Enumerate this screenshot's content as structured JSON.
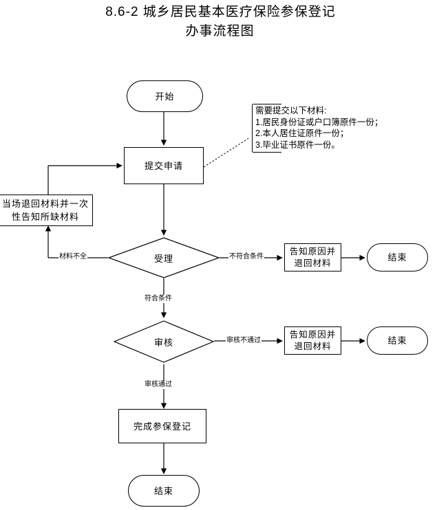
{
  "title": {
    "line1": "8.6-2 城乡居民基本医疗保险参保登记",
    "line2": "办事流程图"
  },
  "nodes": {
    "start": {
      "label": "开始",
      "shape": "stadium"
    },
    "submit": {
      "label": "提交申请",
      "shape": "rect"
    },
    "return_on_site": {
      "label": "当场退回材料并一次\n性告知所缺材料",
      "shape": "rect"
    },
    "accept": {
      "label": "受理",
      "shape": "diamond"
    },
    "notify_return_1": {
      "label": "告知原因并\n退回材料",
      "shape": "rect"
    },
    "end_1": {
      "label": "结束",
      "shape": "stadium"
    },
    "review": {
      "label": "审核",
      "shape": "diamond"
    },
    "notify_return_2": {
      "label": "告知原因并\n退回材料",
      "shape": "rect"
    },
    "end_2": {
      "label": "结束",
      "shape": "stadium"
    },
    "complete": {
      "label": "完成参保登记",
      "shape": "rect"
    },
    "end_3": {
      "label": "结束",
      "shape": "stadium"
    }
  },
  "edge_labels": {
    "materials_incomplete": "材料不全",
    "not_qualified": "不符合条件",
    "qualified": "符合条件",
    "review_failed": "审核不通过",
    "review_passed": "审核通过"
  },
  "note": {
    "heading": "需要提交以下材料:",
    "items": [
      "1.居民身份证或户口簿原件一份；",
      "2.本人居住证原件一份；",
      "3.毕业证书原件一份。"
    ]
  },
  "colors": {
    "stroke": "#000000",
    "background": "#ffffff",
    "text": "#000000"
  }
}
